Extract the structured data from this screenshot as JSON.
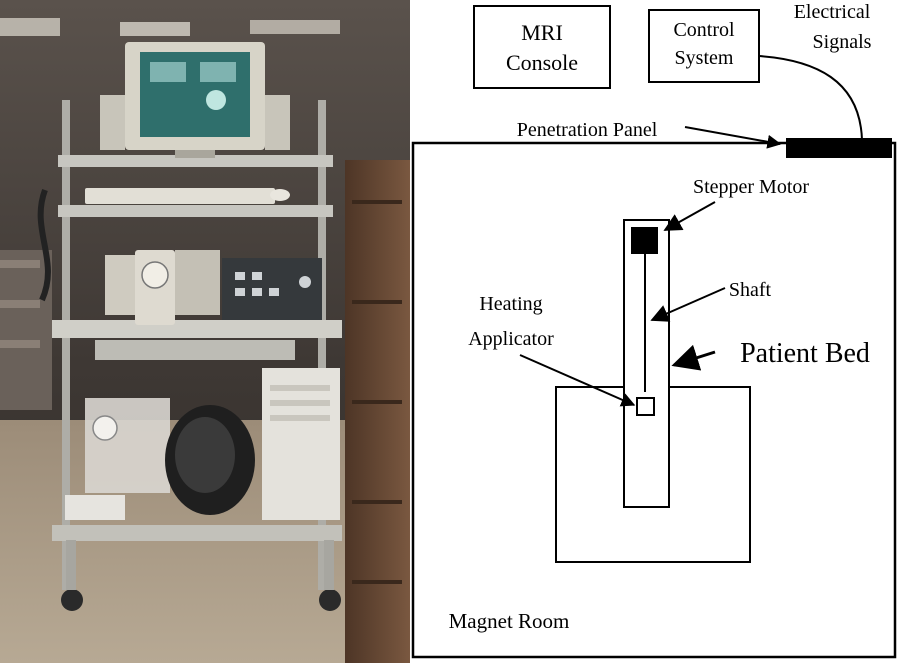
{
  "labels": {
    "mri_console_line1": "MRI",
    "mri_console_line2": "Console",
    "control_system_line1": "Control",
    "control_system_line2": "System",
    "electrical_signals_line1": "Electrical",
    "electrical_signals_line2": "Signals",
    "penetration_panel": "Penetration Panel",
    "stepper_motor": "Stepper Motor",
    "shaft": "Shaft",
    "heating_applicator_line1": "Heating",
    "heating_applicator_line2": "Applicator",
    "patient_bed": "Patient Bed",
    "magnet_room": "Magnet Room"
  },
  "colors": {
    "line": "#000000",
    "background": "#ffffff",
    "lab_wall": "#4a4440",
    "lab_floor": "#a89a88",
    "cart_frame": "#b9b8b2",
    "monitor": "#d7d4c8",
    "monitor_screen": "#3d8a86",
    "control_box": "#35393c",
    "cabinet": "#6b4a36"
  },
  "icons": {
    "motor": "filled-square",
    "applicator": "open-square",
    "panel": "filled-bar"
  }
}
